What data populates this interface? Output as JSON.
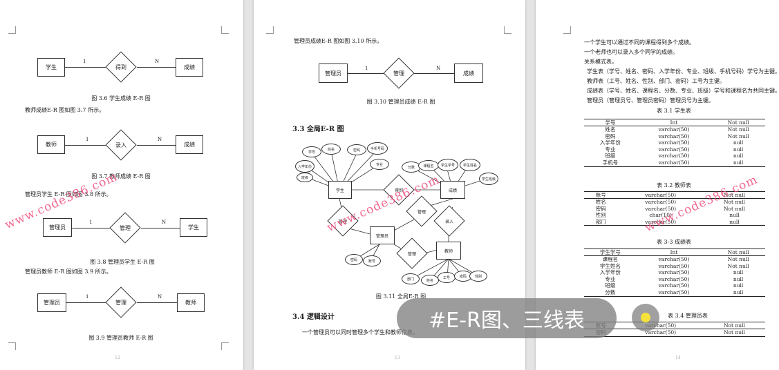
{
  "page1": {
    "d1": {
      "left": "学生",
      "rel": "得到",
      "right": "成绩",
      "c1": "1",
      "c2": "N",
      "caption": "图 3.6  学生成绩 E-R 图"
    },
    "p1": "教师成绩E-R 图如图 3.7 所示。",
    "d2": {
      "left": "教师",
      "rel": "录入",
      "right": "成绩",
      "c1": "1",
      "c2": "N",
      "caption": "图 3.7  教师成绩 E-R 图"
    },
    "p2": "管理员学生 E-R 图如图 3.8 所示。",
    "d3": {
      "left": "管理员",
      "rel": "管理",
      "right": "学生",
      "c1": "1",
      "c2": "N",
      "caption": "图 3.8  管理员学生 E-R 图"
    },
    "p3": "管理员教师 E-R 图如图 3.9 所示。",
    "d4": {
      "left": "管理员",
      "rel": "管理",
      "right": "教师",
      "c1": "1",
      "c2": "N",
      "caption": "图 3.9  管理员教师 E-R 图"
    },
    "page_num": "12"
  },
  "page2": {
    "p1": "管理员成绩E-R 图如图 3.10 所示。",
    "d5": {
      "left": "管理员",
      "rel": "管理",
      "right": "成绩",
      "c1": "1",
      "c2": "N",
      "caption": "图 3.10  管理员成绩 E-R 图"
    },
    "h33": "3.3  全局E-R 图",
    "global": {
      "student": "学生",
      "score": "成绩",
      "admin": "管理员",
      "teacher": "教师",
      "r_get": "得到",
      "r_manage1": "管理",
      "r_manage2": "管理",
      "r_manage3": "管理",
      "r_enter": "录入",
      "student_attrs": [
        "学号",
        "姓名",
        "密码",
        "手机号码",
        "入学年份",
        "专业",
        "班级"
      ],
      "score_attrs": [
        "分数",
        "课程名",
        "学生学号",
        "学生姓名",
        "学生班级"
      ],
      "admin_attrs": [
        "密码",
        "账号"
      ],
      "teacher_attrs": [
        "部门",
        "姓名",
        "工号",
        "密码",
        "性别"
      ]
    },
    "caption_global": "图 3.11  全局E-R 图",
    "h34": "3.4  逻辑设计",
    "p2": "一个管理员可以同时管理多个学生和教师信息。",
    "page_num": "13"
  },
  "page3": {
    "lines": [
      "一个学生可以通过不同的课程得到多个成绩。",
      "一个老师也可以录入多个同学的成绩。",
      "关系模式表。",
      "学生表（学号、姓名、密码、入学年份、专业、班级、手机号码）学号为主键。",
      "教师表（工号、姓名、性别、部门、密码）工号为主键。",
      "成绩表（学号、姓名、课程名、分数、专业、班级）学号和课程名为共同主键。",
      "管理员（管理员号、管理员密码）管理员号为主键。"
    ],
    "t1": {
      "caption": "表 3.1  学生表",
      "header": [
        "学号",
        "Int",
        "Not null"
      ],
      "rows": [
        [
          "姓名",
          "varchar(50)",
          "Not null"
        ],
        [
          "密码",
          "varchar(50)",
          "Not null"
        ],
        [
          "入学年份",
          "varchar(50)",
          "null"
        ],
        [
          "专业",
          "varchar(50)",
          "null"
        ],
        [
          "班级",
          "varchar(50)",
          "null"
        ],
        [
          "手机号",
          "varchar(50)",
          "null"
        ]
      ]
    },
    "t2": {
      "caption": "表 3.2  教师表",
      "header": [
        "账号",
        "varchar(50)",
        "Not null"
      ],
      "rows": [
        [
          "姓名",
          "varchar(50)",
          "Not null"
        ],
        [
          "密码",
          "varchar(50)",
          "Not null"
        ],
        [
          "性别",
          "char(10)",
          "null"
        ],
        [
          "部门",
          "varchar(50)",
          "null"
        ]
      ]
    },
    "t3": {
      "caption": "表 3-3  成绩表",
      "header": [
        "学生学号",
        "Int",
        "Not null"
      ],
      "rows": [
        [
          "课程名",
          "varchar(50)",
          "Not null"
        ],
        [
          "学生姓名",
          "varchar(50)",
          "Not null"
        ],
        [
          "入学年份",
          "varchar(50)",
          "null"
        ],
        [
          "专业",
          "varchar(50)",
          "null"
        ],
        [
          "班级",
          "varchar(50)",
          "null"
        ],
        [
          "分数",
          "varchar(50)",
          "null"
        ]
      ]
    },
    "t4": {
      "caption": "表 3.4  管理员表",
      "header": [
        "账号",
        "varchar(50)",
        "Not null"
      ],
      "rows": [
        [
          "密码",
          "varchar(50)",
          "Not null"
        ]
      ]
    },
    "page_num": "14"
  },
  "watermark": "www.code386.com",
  "tag": "#E-R图、三线表"
}
